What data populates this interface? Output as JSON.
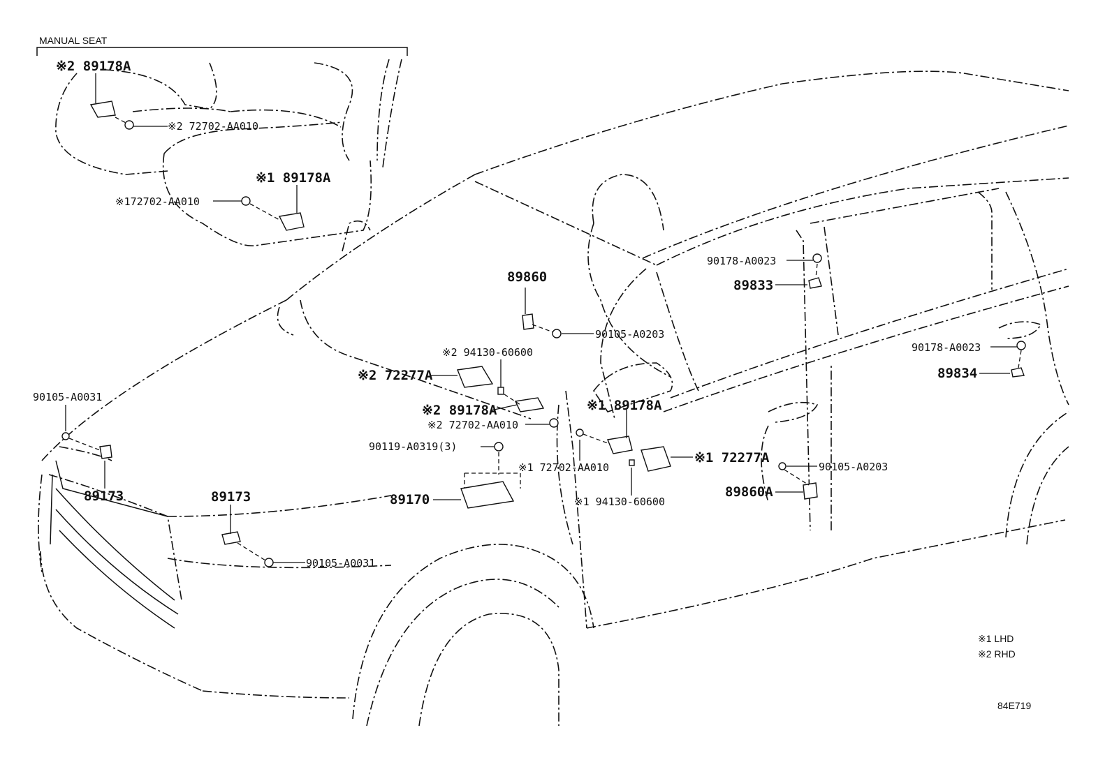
{
  "diagram": {
    "inset_title": "MANUAL SEAT",
    "labels": {
      "inset_r_89178a": "※2 89178A",
      "inset_r_72702": "※2 72702-AA010",
      "inset_l_89178a": "※1 89178A",
      "inset_l_72702": "※172702-AA010",
      "p89860": "89860",
      "p90105_a0203_top": "90105-A0203",
      "p94130_rhd": "※2 94130-60600",
      "p72277a_rhd": "※2 72277A",
      "p89178a_rhd": "※2 89178A",
      "p72702_rhd": "※2 72702-AA010",
      "p90119": "90119-A0319(3)",
      "p89170": "89170",
      "p89178a_lhd": "※1 89178A",
      "p72702_lhd": "※1 72702-AA010",
      "p72277a_lhd": "※1 72277A",
      "p94130_lhd": "※1 94130-60600",
      "p90105_a0203_right": "90105-A0203",
      "p89860a": "89860A",
      "p90178_top": "90178-A0023",
      "p89833": "89833",
      "p90178_right": "90178-A0023",
      "p89834": "89834",
      "p90105_a0031_left": "90105-A0031",
      "p89173_left": "89173",
      "p89173_mid": "89173",
      "p90105_a0031_bottom": "90105-A0031"
    },
    "legend": {
      "lhd": "※1  LHD",
      "rhd": "※2  RHD"
    },
    "code": "84E719"
  }
}
